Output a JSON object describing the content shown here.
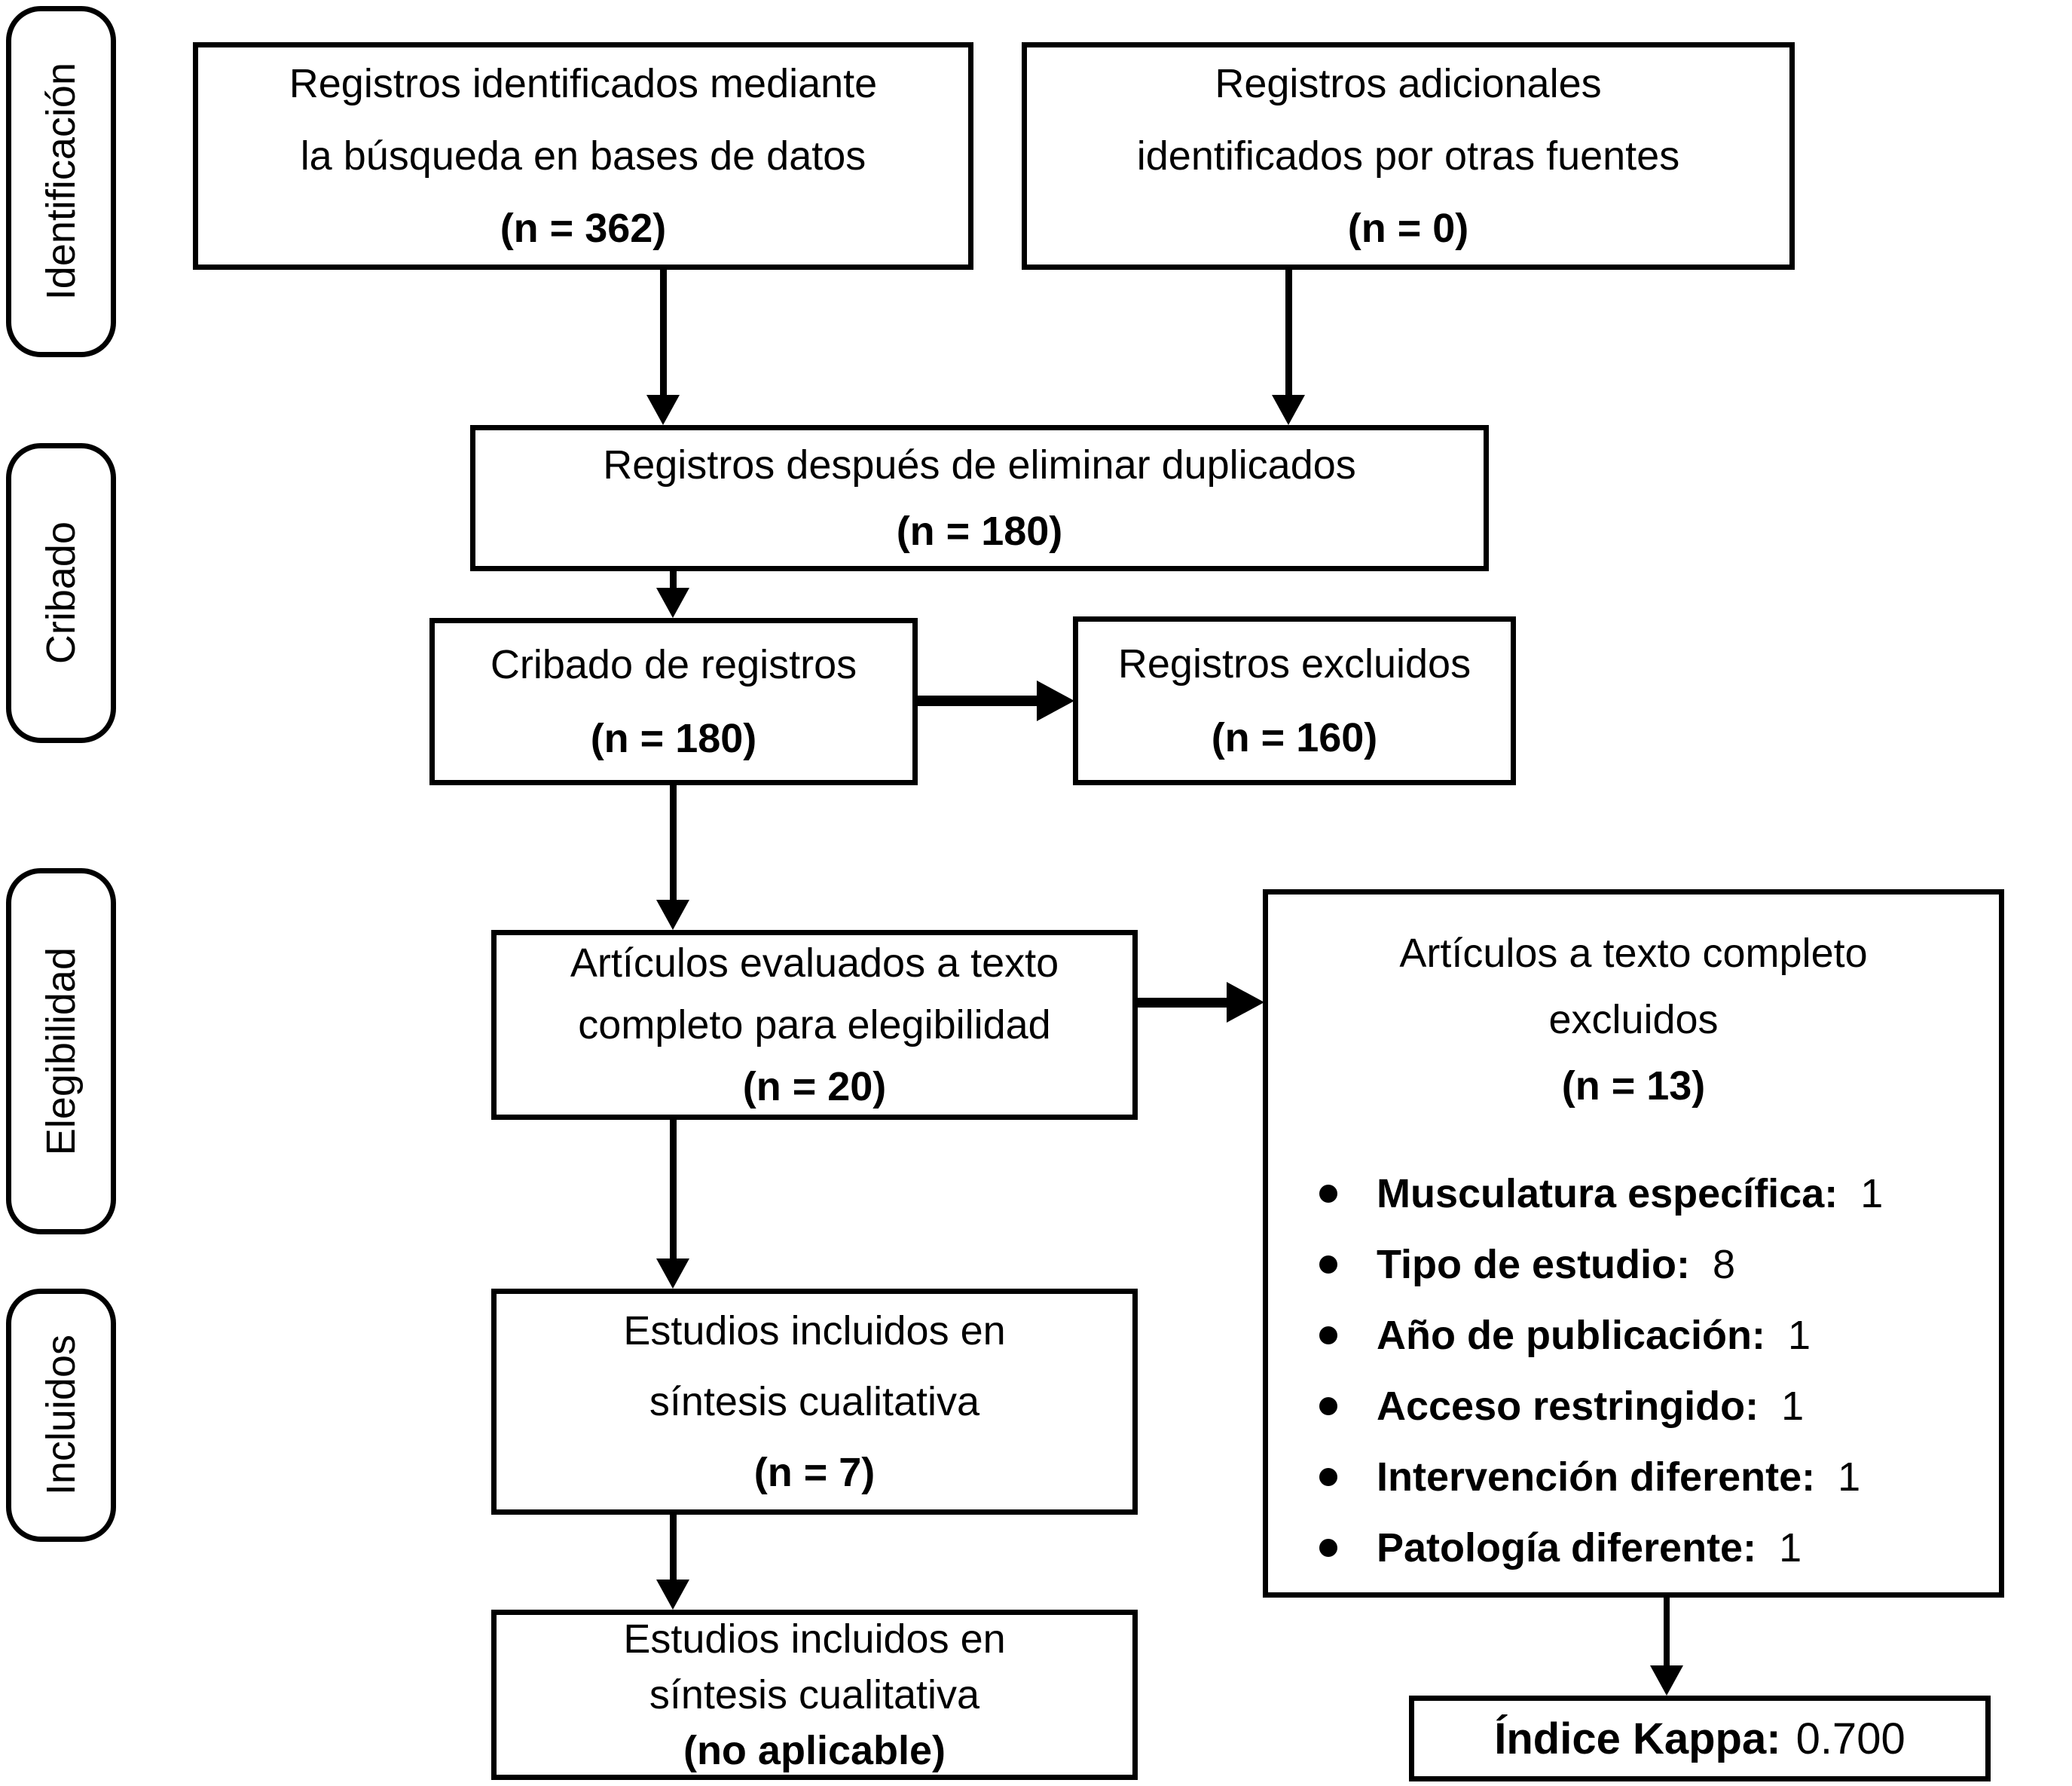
{
  "sidebar": {
    "stages": [
      {
        "label": "Identificación"
      },
      {
        "label": "Cribado"
      },
      {
        "label": "Elegibilidad"
      },
      {
        "label": "Incluidos"
      }
    ]
  },
  "boxes": {
    "identified_db": {
      "lines": [
        "Registros identificados mediante",
        "la búsqueda en bases de datos"
      ],
      "n": "(n = 362)"
    },
    "other_sources": {
      "lines": [
        "Registros adicionales",
        "identificados por otras fuentes"
      ],
      "n": "(n = 0)"
    },
    "deduplicated": {
      "lines": [
        "Registros después de eliminar duplicados"
      ],
      "n": "(n = 180)"
    },
    "screened": {
      "lines": [
        "Cribado de registros"
      ],
      "n": "(n = 180)"
    },
    "records_excluded": {
      "lines": [
        "Registros excluidos"
      ],
      "n": "(n = 160)"
    },
    "fulltext_assessed": {
      "lines": [
        "Artículos evaluados a texto",
        "completo para elegibilidad"
      ],
      "n": "(n = 20)"
    },
    "fulltext_excluded": {
      "lines": [
        "Artículos a texto completo",
        "excluidos"
      ],
      "n": "(n = 13)",
      "reasons": [
        {
          "label": "Musculatura específica:",
          "value": "1"
        },
        {
          "label": "Tipo de estudio:",
          "value": "8"
        },
        {
          "label": "Año de publicación:",
          "value": "1"
        },
        {
          "label": "Acceso restringido:",
          "value": "1"
        },
        {
          "label": "Intervención diferente:",
          "value": "1"
        },
        {
          "label": "Patología diferente:",
          "value": "1"
        }
      ]
    },
    "qualitative_synthesis": {
      "lines": [
        "Estudios incluidos en",
        "síntesis cualitativa"
      ],
      "n": "(n = 7)"
    },
    "quantitative_synthesis": {
      "lines": [
        "Estudios incluidos en",
        "síntesis cualitativa"
      ],
      "n": "(no aplicable)"
    },
    "kappa": {
      "label": "Índice Kappa:",
      "value": "0.700"
    }
  },
  "colors": {
    "line": "#000000",
    "background": "#ffffff"
  }
}
